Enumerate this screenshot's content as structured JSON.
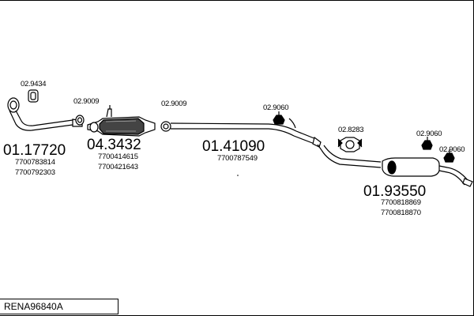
{
  "diagram": {
    "reference": "RENA96840A",
    "parts": [
      {
        "id": "front-pipe",
        "number": "01.17720",
        "oe_numbers": [
          "7700783814",
          "7700792303"
        ]
      },
      {
        "id": "catalytic-converter",
        "number": "04.3432",
        "oe_numbers": [
          "7700414615",
          "7700421643"
        ]
      },
      {
        "id": "middle-pipe",
        "number": "01.41090",
        "oe_numbers": [
          "7700787549"
        ]
      },
      {
        "id": "rear-muffler",
        "number": "01.93550",
        "oe_numbers": [
          "7700818869",
          "7700818870"
        ]
      }
    ],
    "fittings": [
      {
        "id": "gasket-manifold",
        "code": "02.9434"
      },
      {
        "id": "gasket-front",
        "code": "02.9009"
      },
      {
        "id": "gasket-mid",
        "code": "02.9009"
      },
      {
        "id": "hanger-mid",
        "code": "02.9060"
      },
      {
        "id": "clamp-mid",
        "code": "02.8283"
      },
      {
        "id": "hanger-rear-1",
        "code": "02.9060"
      },
      {
        "id": "hanger-rear-2",
        "code": "02.9060"
      }
    ]
  }
}
